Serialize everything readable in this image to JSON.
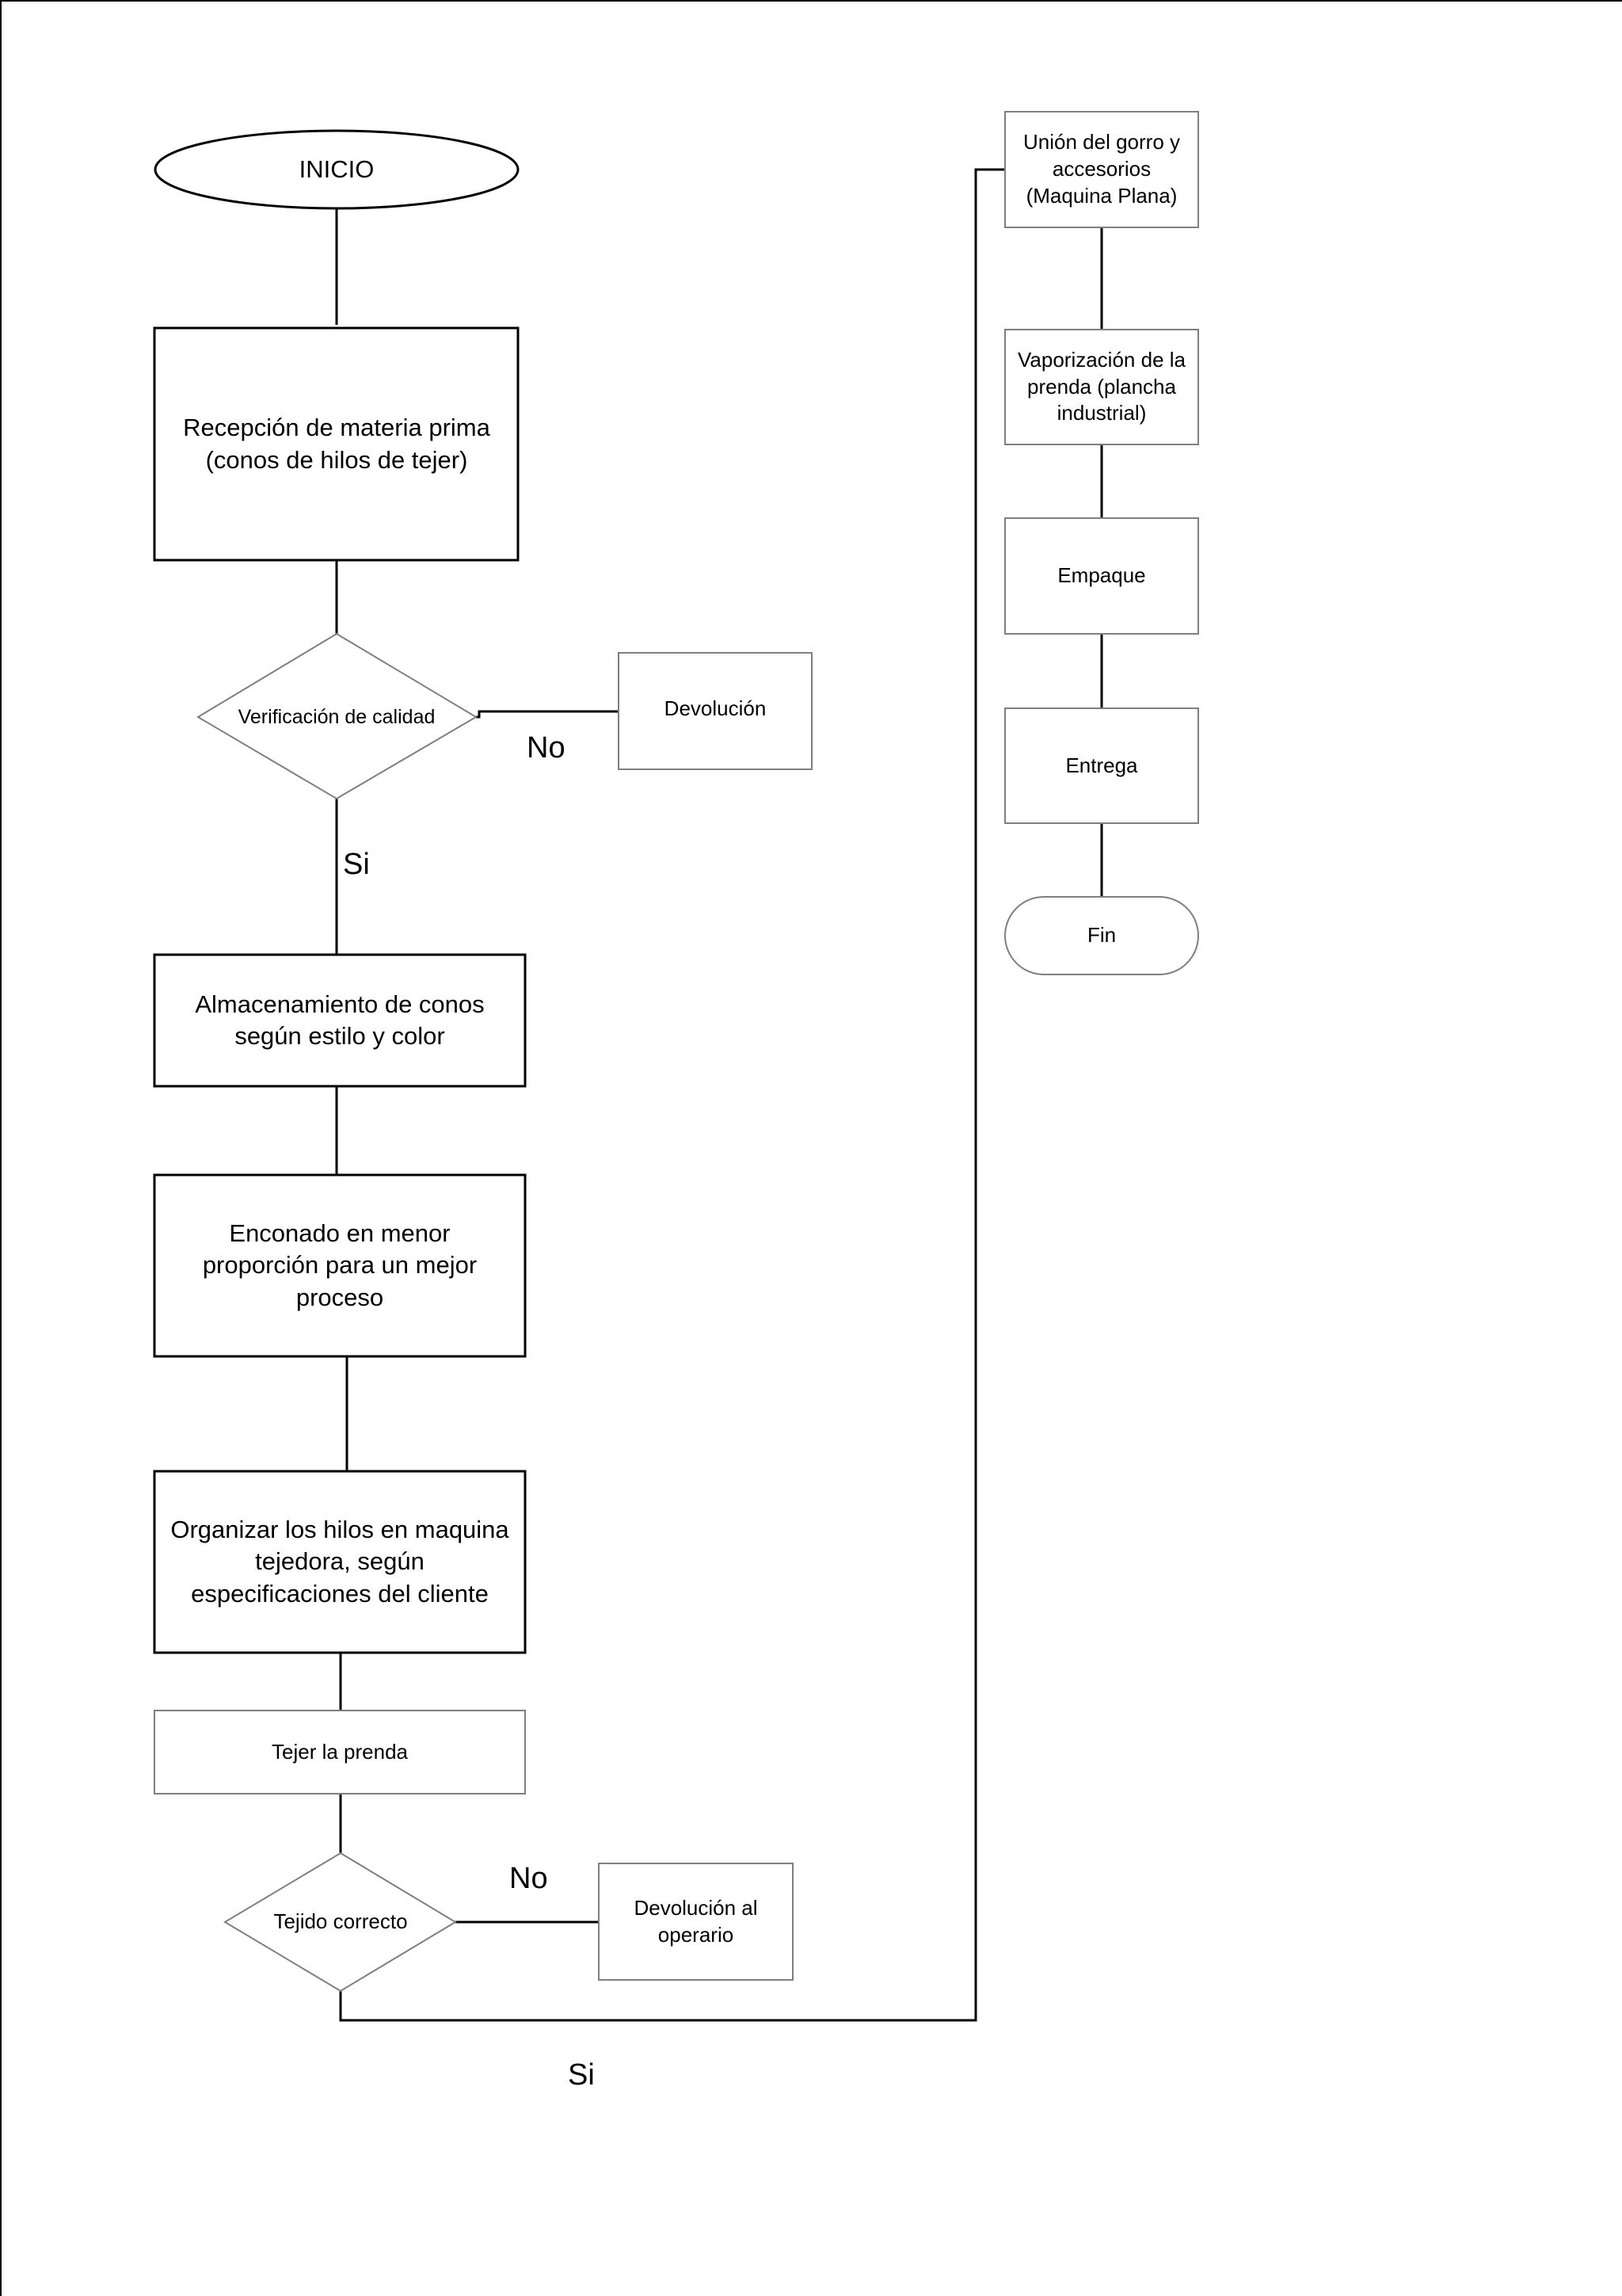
{
  "flowchart": {
    "start": "INICIO",
    "reception": "Recepción de materia prima (conos de hilos de tejer)",
    "quality_check": "Verificación de calidad",
    "return": "Devolución",
    "quality_no": "No",
    "quality_yes": "Si",
    "storage": "Almacenamiento de conos según estilo y color",
    "coning": "Enconado en menor proporción para un mejor proceso",
    "organize": "Organizar los hilos en maquina tejedora, según especificaciones del cliente",
    "knit": "Tejer la prenda",
    "knit_check": "Tejido correcto",
    "knit_no": "No",
    "return_operator": "Devolución al operario",
    "knit_yes": "Si",
    "join": "Unión del gorro y accesorios (Maquina Plana)",
    "steam": "Vaporización de la prenda (plancha industrial)",
    "pack": "Empaque",
    "delivery": "Entrega",
    "end": "Fin"
  },
  "colors": {
    "stroke": "#000000",
    "thin_stroke": "#7f7f7f",
    "background": "#ffffff"
  }
}
